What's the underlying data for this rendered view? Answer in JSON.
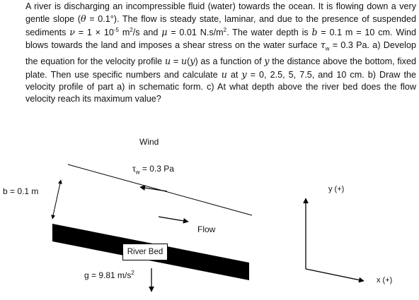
{
  "problem": {
    "s1": "A river is discharging an incompressible fluid (water) towards the ocean. It is flowing down a very gentle slope (",
    "theta_sym": "θ",
    "s2": " = 0.1°). The flow is steady state, laminar, and due to the presence of suspended sediments ",
    "nu_sym": "ν",
    "s3": " = 1 × 10",
    "nu_exp": "-5",
    "s4": " m",
    "s5": "2",
    "s6": "/s and ",
    "mu_sym": "μ",
    "s7": " = 0.01 N.s/m",
    "s8": "2",
    "s9": ". The water depth is ",
    "b_sym": "b",
    "s10": " = 0.1 m = 10 cm. Wind blows towards the land and imposes a shear stress on the water surface ",
    "tau_sym": "τ",
    "tau_sub": "w",
    "s11": " = 0.3 Pa. a) Develop the equation for the velocity profile ",
    "u_sym": "u",
    "s12": " = ",
    "u_sym2": "u",
    "s13": "(",
    "y_sym": "y",
    "s14": ") as a function of ",
    "y_sym2": "y",
    "s15": " the distance above the bottom, fixed plate. Then use specific numbers and calculate ",
    "u_sym3": "u",
    "s16": " at ",
    "y_sym3": "y",
    "s17": " = 0, 2.5, 5, 7.5, and 10 cm. b) Draw the velocity profile of part a) in schematic form. c) At what depth above the river bed does the flow velocity reach its maximum value?"
  },
  "figure": {
    "wind_label": "Wind",
    "tau_label_main": "τ",
    "tau_label_sub": "w",
    "tau_label_value": " = 0.3 Pa",
    "depth_label": "b = 0.1 m",
    "flow_label": "Flow",
    "riverbed_label": "River Bed",
    "gravity_label": "g = 9.81 m/s",
    "gravity_exp": "2",
    "y_axis_label": "y (+)",
    "x_axis_label": "x (+)"
  }
}
